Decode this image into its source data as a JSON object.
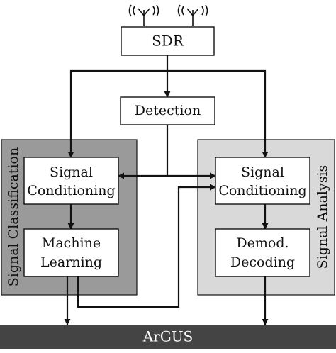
{
  "colors": {
    "line": "#111111",
    "box_fill": "#ffffff",
    "classification_panel": "#9a9a9a",
    "analysis_panel": "#d9d9d9",
    "argus_bar": "#444444",
    "argus_text": "#ffffff"
  },
  "icons": [
    "antenna-icon",
    "antenna-icon"
  ],
  "sdr": {
    "label": "SDR"
  },
  "detection": {
    "label": "Detection"
  },
  "classification": {
    "panel_label": "Signal Classification",
    "conditioning": {
      "line1": "Signal",
      "line2": "Conditioning"
    },
    "ml": {
      "line1": "Machine",
      "line2": "Learning"
    }
  },
  "analysis": {
    "panel_label": "Signal Analysis",
    "conditioning": {
      "line1": "Signal",
      "line2": "Conditioning"
    },
    "demod": {
      "line1": "Demod.",
      "line2": "Decoding"
    }
  },
  "argus": {
    "label": "ArGUS"
  }
}
